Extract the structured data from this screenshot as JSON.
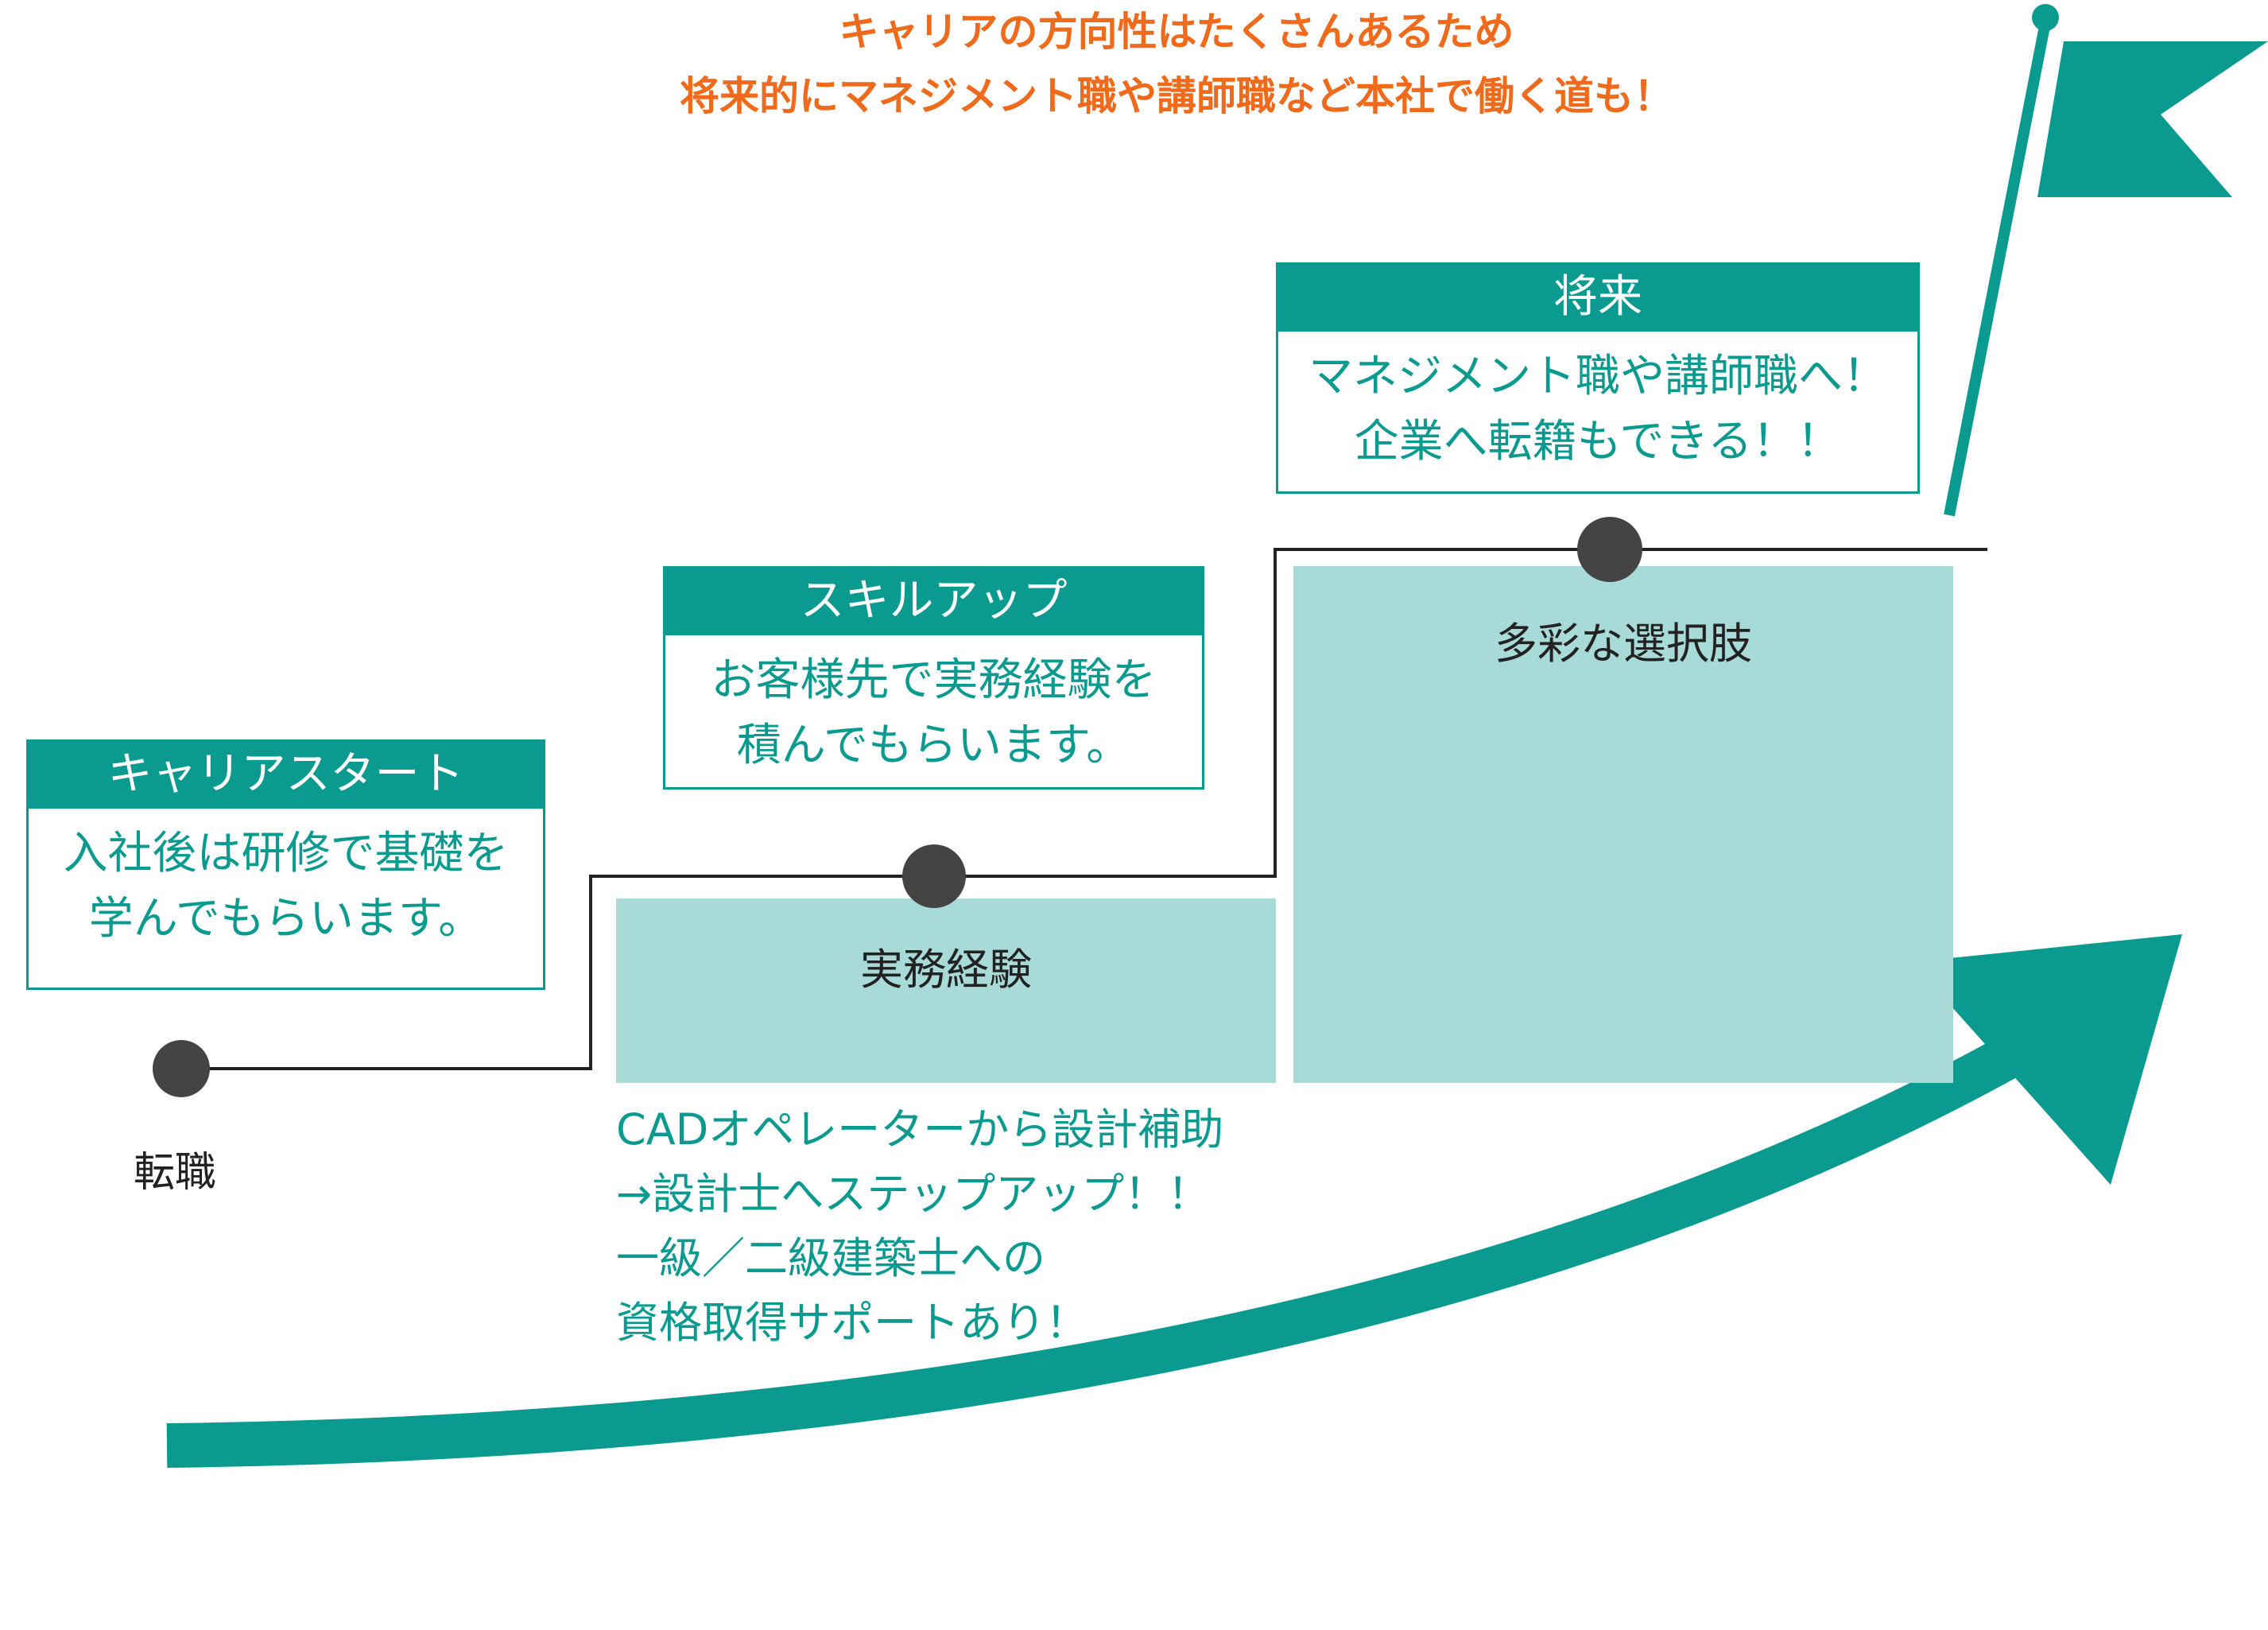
{
  "headline": {
    "line1": "キャリアの方向性はたくさんあるため",
    "line2": "将来的にマネジメント職や講師職など本社で働く道も！"
  },
  "stages": {
    "start": {
      "title": "キャリアスタート",
      "line1": "入社後は研修で基礎を",
      "line2": "学んでもらいます。"
    },
    "skill": {
      "title": "スキルアップ",
      "line1": "お客様先で実務経験を",
      "line2": "積んでもらいます。"
    },
    "future": {
      "title": "将来",
      "line1": "マネジメント職や講師職へ！",
      "line2": "企業へ転籍もできる！！"
    }
  },
  "milestones": {
    "start_label": "転職",
    "work_label": "実務経験",
    "choices_label": "多彩な選択肢"
  },
  "details": {
    "line1": "CADオペレーターから設計補助",
    "line2": "→設計士へステップアップ！！",
    "line3": "一級／二級建築士への",
    "line4": "資格取得サポートあり！"
  },
  "colors": {
    "accent": "#0a9a8f",
    "light": "#a8dbd8",
    "headline": "#f06a1b",
    "dot": "#444444"
  }
}
